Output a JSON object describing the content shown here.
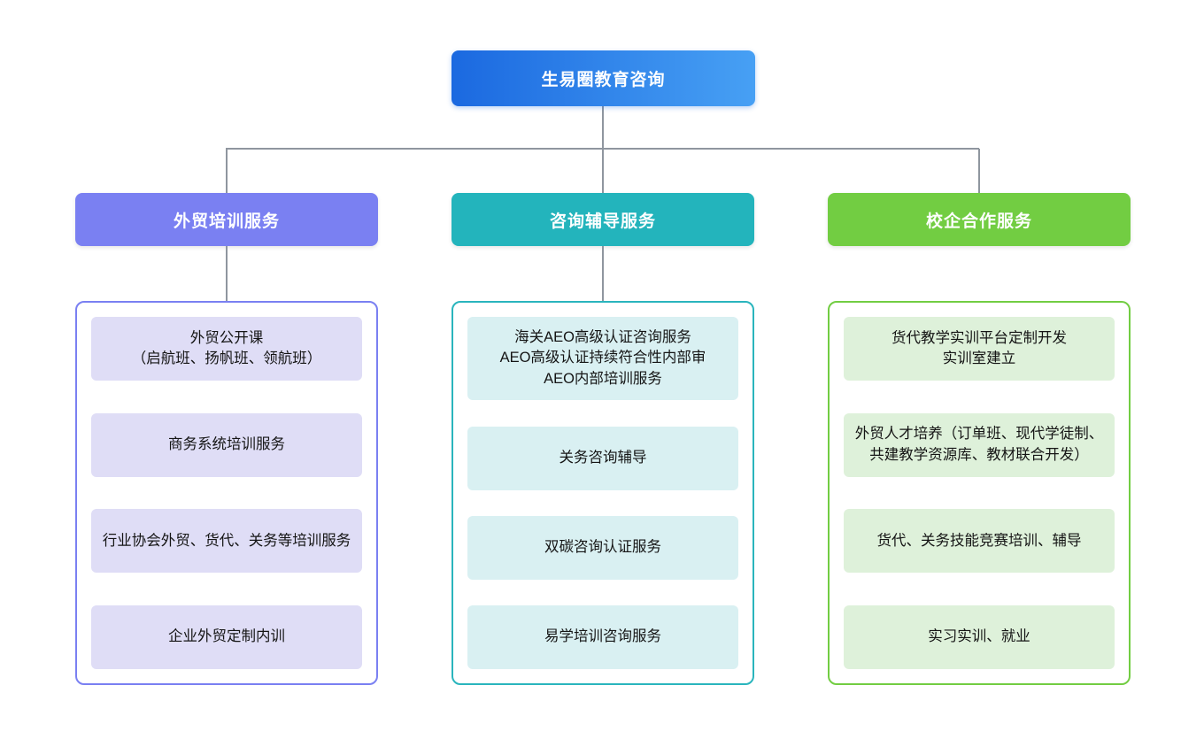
{
  "diagram": {
    "root": {
      "label": "生易圈教育咨询"
    },
    "branches": [
      {
        "label": "外贸培训服务",
        "items": [
          "外贸公开课\n（启航班、扬帆班、领航班）",
          "商务系统培训服务",
          "行业协会外贸、货代、关务等培训服务",
          "企业外贸定制内训"
        ]
      },
      {
        "label": "咨询辅导服务",
        "items": [
          "海关AEO高级认证咨询服务\nAEO高级认证持续符合性内部审\nAEO内部培训服务",
          "关务咨询辅导",
          "双碳咨询认证服务",
          "易学培训咨询服务"
        ]
      },
      {
        "label": "校企合作服务",
        "items": [
          "货代教学实训平台定制开发\n实训室建立",
          "外贸人才培养（订单班、现代学徒制、共建教学资源库、教材联合开发）",
          "货代、关务技能竞赛培训、辅导",
          "实习实训、就业"
        ]
      }
    ],
    "colors": {
      "root_gradient_from": "#1b69e0",
      "root_gradient_to": "#47a0f4",
      "branch_header": [
        "#7a80f2",
        "#23b4bc",
        "#72cd42"
      ],
      "branch_item_bg": [
        "#dfddf6",
        "#d9f0f2",
        "#def1da"
      ],
      "branch_border": [
        "#7a80f2",
        "#2ab5bd",
        "#72cd42"
      ],
      "connector": "#8f969f"
    },
    "connectors": {
      "header_to_children": [
        true,
        true,
        false
      ]
    }
  }
}
